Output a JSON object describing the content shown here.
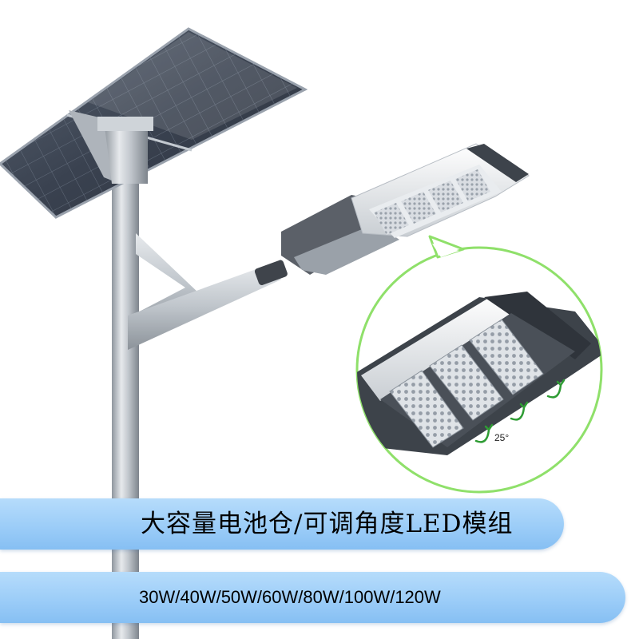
{
  "banner": {
    "feature_text": "大容量电池仓/可调角度LED模组",
    "wattage_text": "30W/40W/50W/60W/80W/100W/120W"
  },
  "detail": {
    "tilt_angle_label": "25°"
  },
  "colors": {
    "banner_blue": "#9ccdf8",
    "callout_green": "#8fe06a",
    "tilt_arrow_green": "#2f9c34",
    "pole_silver": "#b9bfc6",
    "solar_panel_dark": "#3a4250"
  }
}
